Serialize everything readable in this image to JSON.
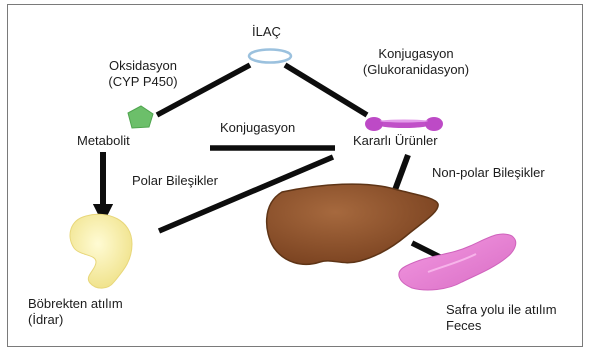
{
  "nodes": {
    "drug": "İLAÇ",
    "metabolite": "Metabolit",
    "stable_products": "Kararlı Ürünler",
    "kidney_excretion": [
      "Böbrekten atılım",
      "(İdrar)"
    ],
    "bile_excretion": [
      "Safra yolu ile atılım",
      "Feces"
    ]
  },
  "edges": {
    "oxidation": [
      "Oksidasyon",
      "(CYP P450)"
    ],
    "conjugation_top": [
      "Konjugasyon",
      "(Glukoranidasyon)"
    ],
    "conjugation_mid": "Konjugasyon",
    "polar": "Polar Bileşikler",
    "nonpolar": "Non-polar Bileşikler"
  },
  "icons": {
    "drug": "capsule-icon",
    "metabolite": "pentagon-icon",
    "stable_products": "bone-shaped-molecule-icon",
    "kidney": "kidney-icon",
    "liver": "liver-icon",
    "intestine": "intestine-icon"
  },
  "colors": {
    "capsule": "#9bc1de",
    "metabolite": "#6cbf6a",
    "product": "#c050c8",
    "kidney": "#f6ec9c",
    "liver": "#8a4f2a",
    "intestine": "#e57fd2",
    "arrow": "#0d0d0d"
  }
}
